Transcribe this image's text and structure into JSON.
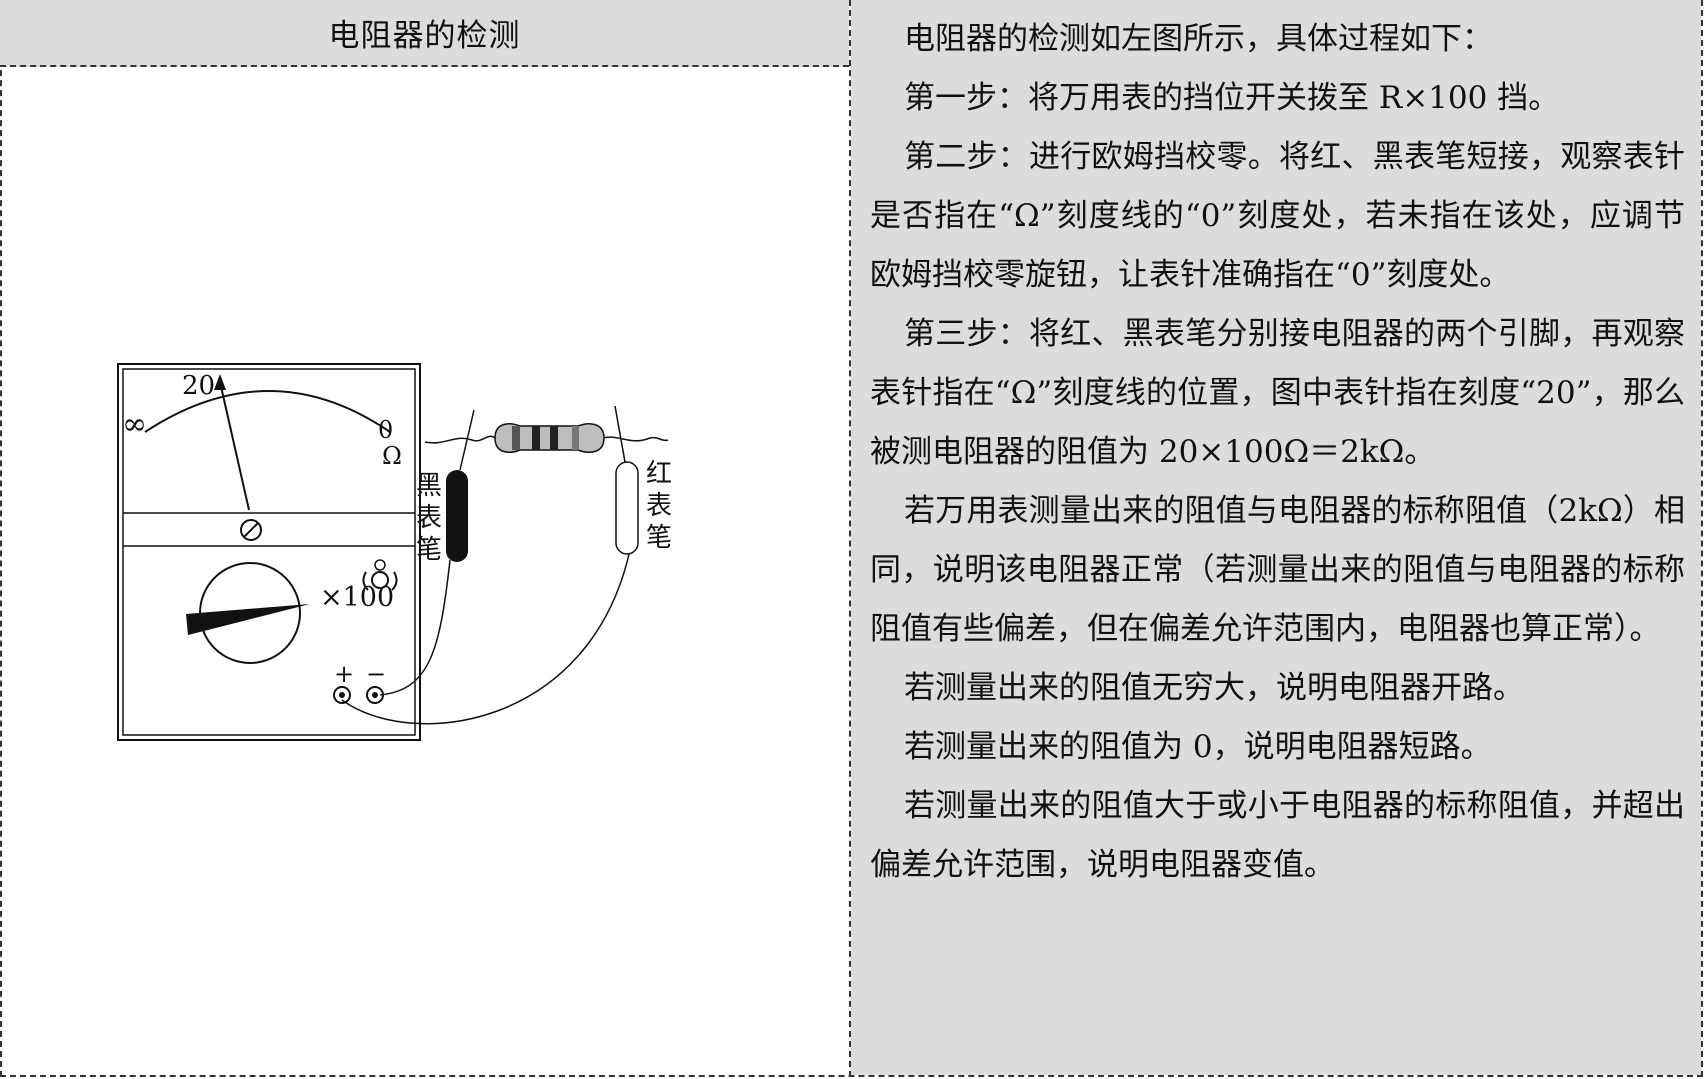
{
  "left_header": "电阻器的检测",
  "paragraphs": [
    {
      "text": "电阻器的检测如左图所示，具体过程如下：",
      "indent": true
    },
    {
      "text": "第一步：将万用表的挡位开关拨至 R×100 挡。",
      "indent": true
    },
    {
      "text": "第二步：进行欧姆挡校零。将红、黑表笔短接，观察表针是否指在“Ω”刻度线的“0”刻度处，若未指在该处，应调节欧姆挡校零旋钮，让表针准确指在“0”刻度处。",
      "indent": true
    },
    {
      "text": "第三步：将红、黑表笔分别接电阻器的两个引脚，再观察表针指在“Ω”刻度线的位置，图中表针指在刻度“20”，那么被测电阻器的阻值为 20×100Ω＝2kΩ。",
      "indent": true
    },
    {
      "text": "若万用表测量出来的阻值与电阻器的标称阻值（2kΩ）相同，说明该电阻器正常（若测量出来的阻值与电阻器的标称阻值有些偏差，但在偏差允许范围内，电阻器也算正常）。",
      "indent": true
    },
    {
      "text": "若测量出来的阻值无穷大，说明电阻器开路。",
      "indent": true
    },
    {
      "text": "若测量出来的阻值为 0，说明电阻器短路。",
      "indent": true
    },
    {
      "text": "若测量出来的阻值大于或小于电阻器的标称阻值，并超出偏差允许范围，说明电阻器变值。",
      "indent": true
    }
  ],
  "diagram": {
    "scale_inf": "∞",
    "scale_20": "20",
    "scale_0": "0",
    "scale_ohm": "Ω",
    "range_label": "×100",
    "plus": "+",
    "minus": "−",
    "black_probe": [
      "黑",
      "表",
      "笔"
    ],
    "red_probe": [
      "红",
      "表",
      "笔"
    ]
  }
}
